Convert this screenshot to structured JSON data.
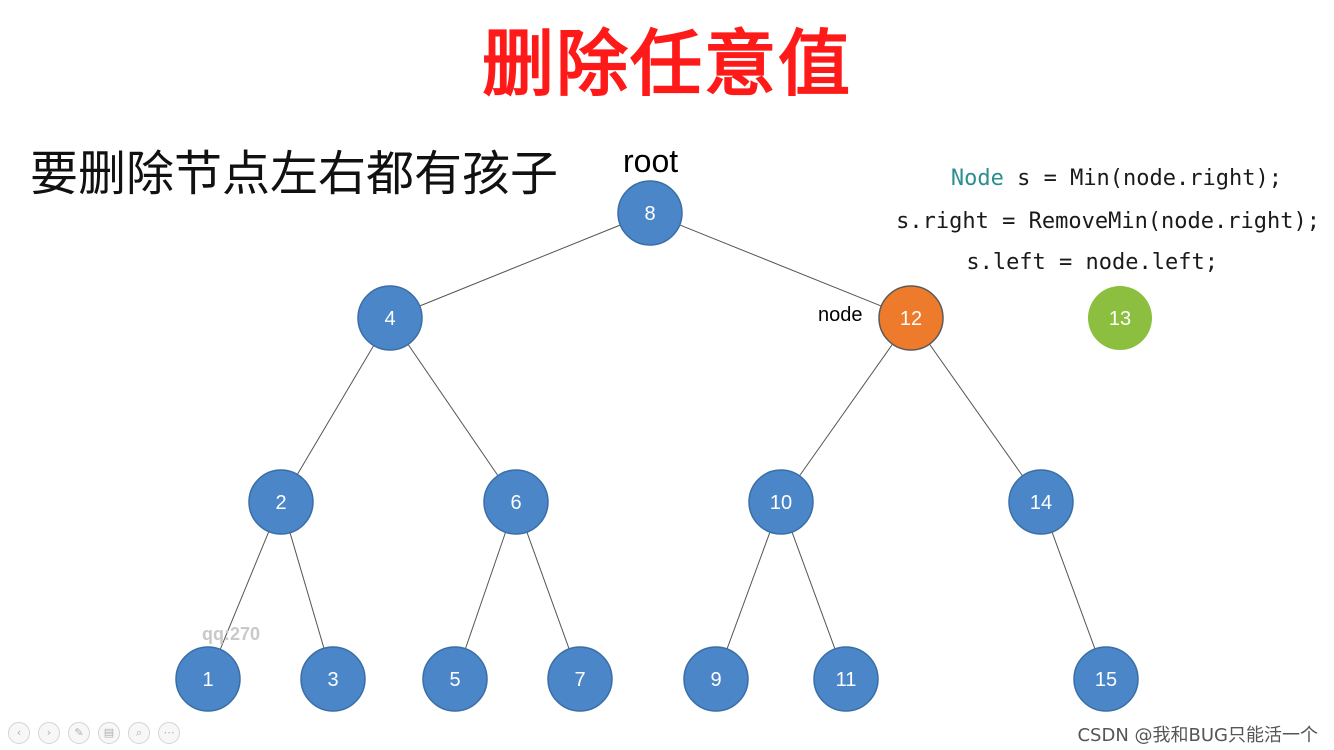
{
  "title": "删除任意值",
  "subtitle": "要删除节点左右都有孩子",
  "code": {
    "line1_kw": "Node",
    "line1_rest": " s = Min(node.right);",
    "line2": "s.right = RemoveMin(node.right);",
    "line3": "s.left = node.left;"
  },
  "labels": {
    "root": "root",
    "node": "node"
  },
  "watermark": "qq:270",
  "csdn": "CSDN @我和BUG只能活一个",
  "colors": {
    "node_default": "#4a86c8",
    "node_stroke": "#3a6ea6",
    "node_highlight": "#ee7b2c",
    "node_successor": "#8cbf3f",
    "edge": "#555555"
  },
  "tree": {
    "nodes": [
      {
        "id": "8",
        "label": "8",
        "role": "default"
      },
      {
        "id": "4",
        "label": "4",
        "role": "default"
      },
      {
        "id": "12",
        "label": "12",
        "role": "highlight"
      },
      {
        "id": "2",
        "label": "2",
        "role": "default"
      },
      {
        "id": "6",
        "label": "6",
        "role": "default"
      },
      {
        "id": "10",
        "label": "10",
        "role": "default"
      },
      {
        "id": "14",
        "label": "14",
        "role": "default"
      },
      {
        "id": "1",
        "label": "1",
        "role": "default"
      },
      {
        "id": "3",
        "label": "3",
        "role": "default"
      },
      {
        "id": "5",
        "label": "5",
        "role": "default"
      },
      {
        "id": "7",
        "label": "7",
        "role": "default"
      },
      {
        "id": "9",
        "label": "9",
        "role": "default"
      },
      {
        "id": "11",
        "label": "11",
        "role": "default"
      },
      {
        "id": "15",
        "label": "15",
        "role": "default"
      },
      {
        "id": "13",
        "label": "13",
        "role": "successor"
      }
    ],
    "edges": [
      [
        "8",
        "4"
      ],
      [
        "8",
        "12"
      ],
      [
        "4",
        "2"
      ],
      [
        "4",
        "6"
      ],
      [
        "12",
        "10"
      ],
      [
        "12",
        "14"
      ],
      [
        "2",
        "1"
      ],
      [
        "2",
        "3"
      ],
      [
        "6",
        "5"
      ],
      [
        "6",
        "7"
      ],
      [
        "10",
        "9"
      ],
      [
        "10",
        "11"
      ],
      [
        "14",
        "15"
      ]
    ]
  },
  "toolbar": [
    {
      "name": "prev-icon",
      "glyph": "‹"
    },
    {
      "name": "next-icon",
      "glyph": "›"
    },
    {
      "name": "pen-icon",
      "glyph": "✎"
    },
    {
      "name": "slides-icon",
      "glyph": "▤"
    },
    {
      "name": "zoom-icon",
      "glyph": "⌕"
    },
    {
      "name": "more-icon",
      "glyph": "⋯"
    }
  ]
}
